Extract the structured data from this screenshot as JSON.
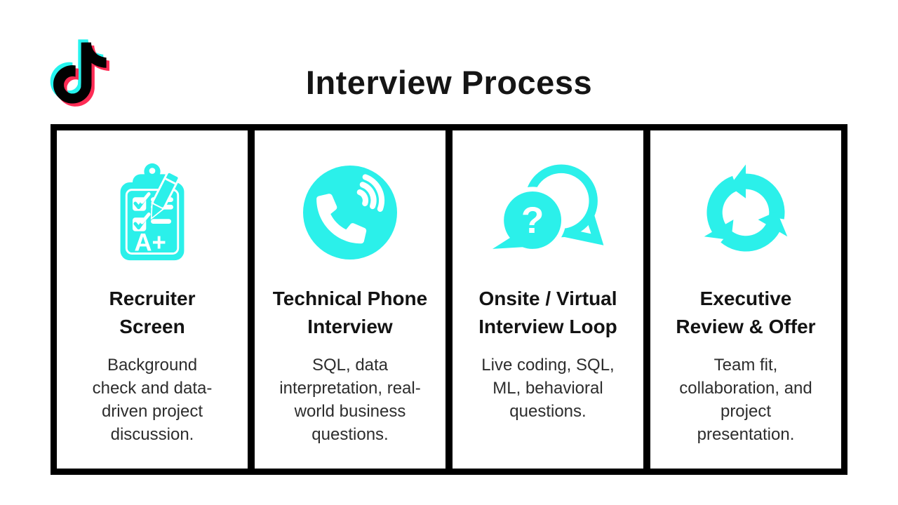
{
  "slide": {
    "title": "Interview Process",
    "brand": {
      "logo": "tiktok-logo",
      "aqua": "#25F4EE",
      "red": "#FE2C55",
      "black": "#010101"
    },
    "accent_color": "#2BF0EA",
    "border_color": "#000000",
    "steps": [
      {
        "icon": "clipboard-checklist-icon",
        "title": "Recruiter\nScreen",
        "description": "Background\ncheck and data-\ndriven project\ndiscussion."
      },
      {
        "icon": "phone-call-icon",
        "title": "Technical Phone\nInterview",
        "description": "SQL, data\ninterpretation, real-\nworld business\nquestions."
      },
      {
        "icon": "question-chat-bubbles-icon",
        "title": "Onsite / Virtual\nInterview Loop",
        "description": "Live coding, SQL,\nML, behavioral\nquestions."
      },
      {
        "icon": "cycle-arrows-icon",
        "title": "Executive\nReview & Offer",
        "description": "Team fit,\ncollaboration, and\nproject\npresentation."
      }
    ]
  }
}
